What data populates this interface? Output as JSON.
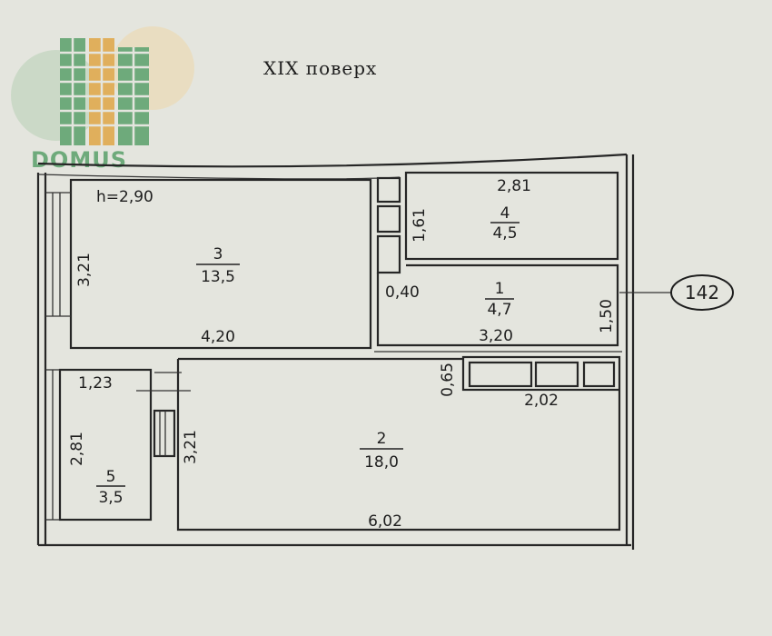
{
  "title": "XIX поверх",
  "logo": {
    "text": "DOMUS",
    "colors": {
      "green": "#5aa06a",
      "orange": "#e0a646",
      "pale": "#b9cfb8"
    }
  },
  "apartment_number": "142",
  "ceiling_height": "h=2,90",
  "rooms": [
    {
      "id": "1",
      "area": "4,7"
    },
    {
      "id": "2",
      "area": "18,0"
    },
    {
      "id": "3",
      "area": "13,5"
    },
    {
      "id": "4",
      "area": "4,5"
    },
    {
      "id": "5",
      "area": "3,5"
    }
  ],
  "dimensions": {
    "room3_height": "3,21",
    "room3_width": "4,20",
    "room4_width": "2,81",
    "room4_height": "1,61",
    "room1_gap": "0,40",
    "room1_width": "3,20",
    "room1_height": "1,50",
    "closet_height": "0,65",
    "closet_width": "2,02",
    "room5_top": "1,23",
    "room5_height": "2,81",
    "room2_height": "3,21",
    "room2_width": "6,02"
  }
}
